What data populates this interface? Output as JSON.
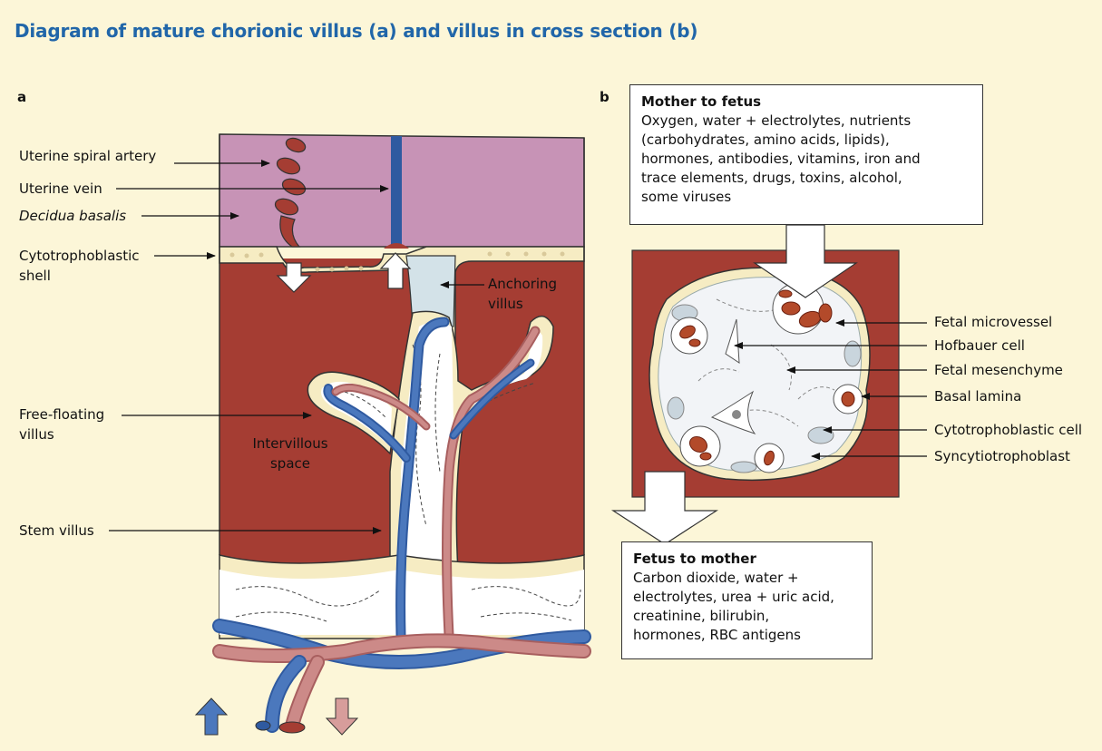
{
  "title": "Diagram of mature chorionic villus (a) and villus in cross section (b)",
  "panels": {
    "a": "a",
    "b": "b"
  },
  "labels_a": {
    "uterine_spiral_artery": "Uterine spiral artery",
    "uterine_vein": "Uterine vein",
    "decidua_basalis": "Decidua basalis",
    "cytotrophoblastic_shell_1": "Cytotrophoblastic",
    "cytotrophoblastic_shell_2": "shell",
    "anchoring_villus_1": "Anchoring",
    "anchoring_villus_2": "villus",
    "free_floating_villus_1": "Free-floating",
    "free_floating_villus_2": "villus",
    "intervillous_space_1": "Intervillous",
    "intervillous_space_2": "space",
    "stem_villus": "Stem villus"
  },
  "labels_b": {
    "fetal_microvessel": "Fetal microvessel",
    "hofbauer_cell": "Hofbauer cell",
    "fetal_mesenchyme": "Fetal mesenchyme",
    "basal_lamina": "Basal lamina",
    "cytotrophoblastic_cell": "Cytotrophoblastic cell",
    "syncytiotrophoblast": "Syncytiotrophoblast"
  },
  "mother_to_fetus": {
    "heading": "Mother to fetus",
    "lines": [
      "Oxygen, water + electrolytes, nutrients",
      "(carbohydrates, amino acids, lipids),",
      "hormones, antibodies, vitamins, iron and",
      "trace elements, drugs, toxins, alcohol,",
      "some viruses"
    ]
  },
  "fetus_to_mother": {
    "heading": "Fetus to mother",
    "lines": [
      "Carbon dioxide, water +",
      "electrolytes, urea + uric acid,",
      "creatinine, bilirubin,",
      "hormones, RBC antigens"
    ]
  },
  "colors": {
    "background": "#fcf6d8",
    "title": "#2166a9",
    "decidua": "#c793b6",
    "maternal_blood": "#a53d33",
    "trophoblast": "#f6ecc3",
    "anchoring": "#d3e2e8",
    "fetal_vein": "#4b78bd",
    "fetal_artery": "#cc8a88"
  }
}
